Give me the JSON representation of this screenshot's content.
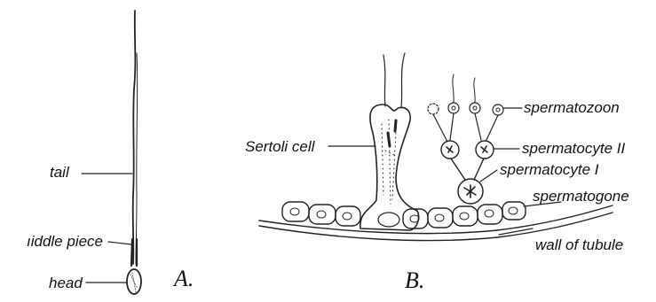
{
  "panel_a": {
    "letter": "A.",
    "labels": {
      "tail": "tail",
      "middle_piece": "ıiddle piece",
      "head": "head"
    }
  },
  "panel_b": {
    "letter": "B.",
    "labels": {
      "sertoli_cell": "Sertoli cell",
      "spermatozoon": "spermatozoon",
      "spermatocyte_ii": "spermatocyte II",
      "spermatocyte_i": "spermatocyte I",
      "spermatogone": "spermatogone",
      "wall_of_tubule": "wall of tubule"
    }
  }
}
